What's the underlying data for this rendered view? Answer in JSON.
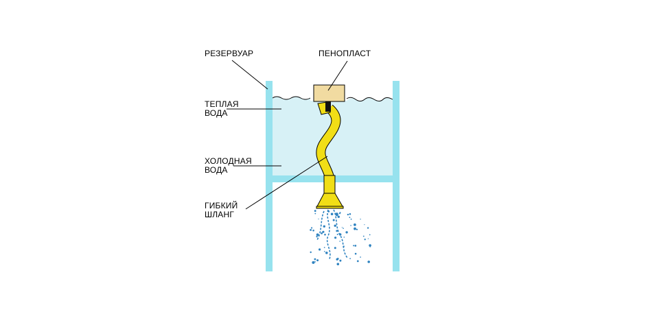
{
  "labels": {
    "reservoir": "РЕЗЕРВУАР",
    "foam": "ПЕНОПЛАСТ",
    "warm_water": [
      "ТЕПЛАЯ",
      "ВОДА"
    ],
    "cold_water": [
      "ХОЛОДНАЯ",
      "ВОДА"
    ],
    "hose": [
      "ГИБКИЙ",
      "ШЛАНГ"
    ]
  },
  "colors": {
    "tank_wall": "#97e2ee",
    "water": "#d7f1f6",
    "hose": "#f1de16",
    "foam": "#f1dba1",
    "splash": "#2f83c0",
    "line": "#000000"
  }
}
